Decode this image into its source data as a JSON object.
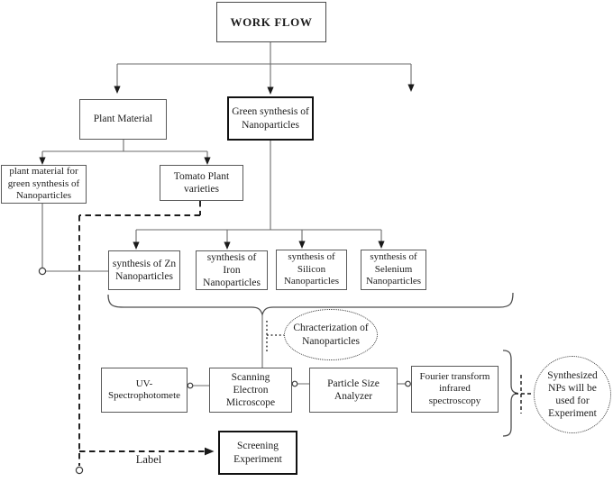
{
  "diagram": {
    "type": "flowchart",
    "title": "WORK FLOW"
  },
  "nodes": {
    "workflow": {
      "label": "WORK FLOW",
      "shape": "rect",
      "emphasis": "title"
    },
    "plant_material": {
      "label": "Plant Material",
      "shape": "rect"
    },
    "green_synthesis": {
      "label": "Green synthesis of Nanoparticles",
      "shape": "rect",
      "emphasis": "bold-border"
    },
    "plant_material_for": {
      "label": "plant material for green synthesis of Nanoparticles",
      "shape": "rect"
    },
    "tomato_varieties": {
      "label": "Tomato Plant varieties",
      "shape": "rect"
    },
    "synthesis_zn": {
      "label": "synthesis of Zn Nanoparticles",
      "shape": "rect"
    },
    "synthesis_iron": {
      "label": "synthesis of Iron Nanoparticles",
      "shape": "rect"
    },
    "synthesis_silicon": {
      "label": "synthesis of Silicon Nanoparticles",
      "shape": "rect"
    },
    "synthesis_selenium": {
      "label": "synthesis of Selenium Nanoparticles",
      "shape": "rect"
    },
    "characterization": {
      "label": "Chracterization of Nanoparticles",
      "shape": "dotted-ellipse"
    },
    "uv_spectro": {
      "label": "UV-Spectrophotomete",
      "shape": "rect"
    },
    "sem": {
      "label": "Scanning Electron Microscope",
      "shape": "rect"
    },
    "particle_size": {
      "label": "Particle Size Analyzer",
      "shape": "rect"
    },
    "fourier": {
      "label": "Fourier transform infrared spectroscopy",
      "shape": "rect"
    },
    "synthesized_nps": {
      "label": "Synthesized NPs will be used for Experiment",
      "shape": "dotted-circle"
    },
    "screening": {
      "label": "Screening Experiment",
      "shape": "rect",
      "emphasis": "bold-border"
    }
  },
  "annotations": {
    "edge_label": "Label"
  },
  "colors": {
    "background": "#ffffff",
    "solid_line": "#6b6b6b",
    "dashed_line": "#1a1a1a",
    "dotted_outline": "#3c3c3c",
    "box_border": "#595959",
    "emphasis_border": "#111111",
    "text": "#1c1c1c"
  }
}
